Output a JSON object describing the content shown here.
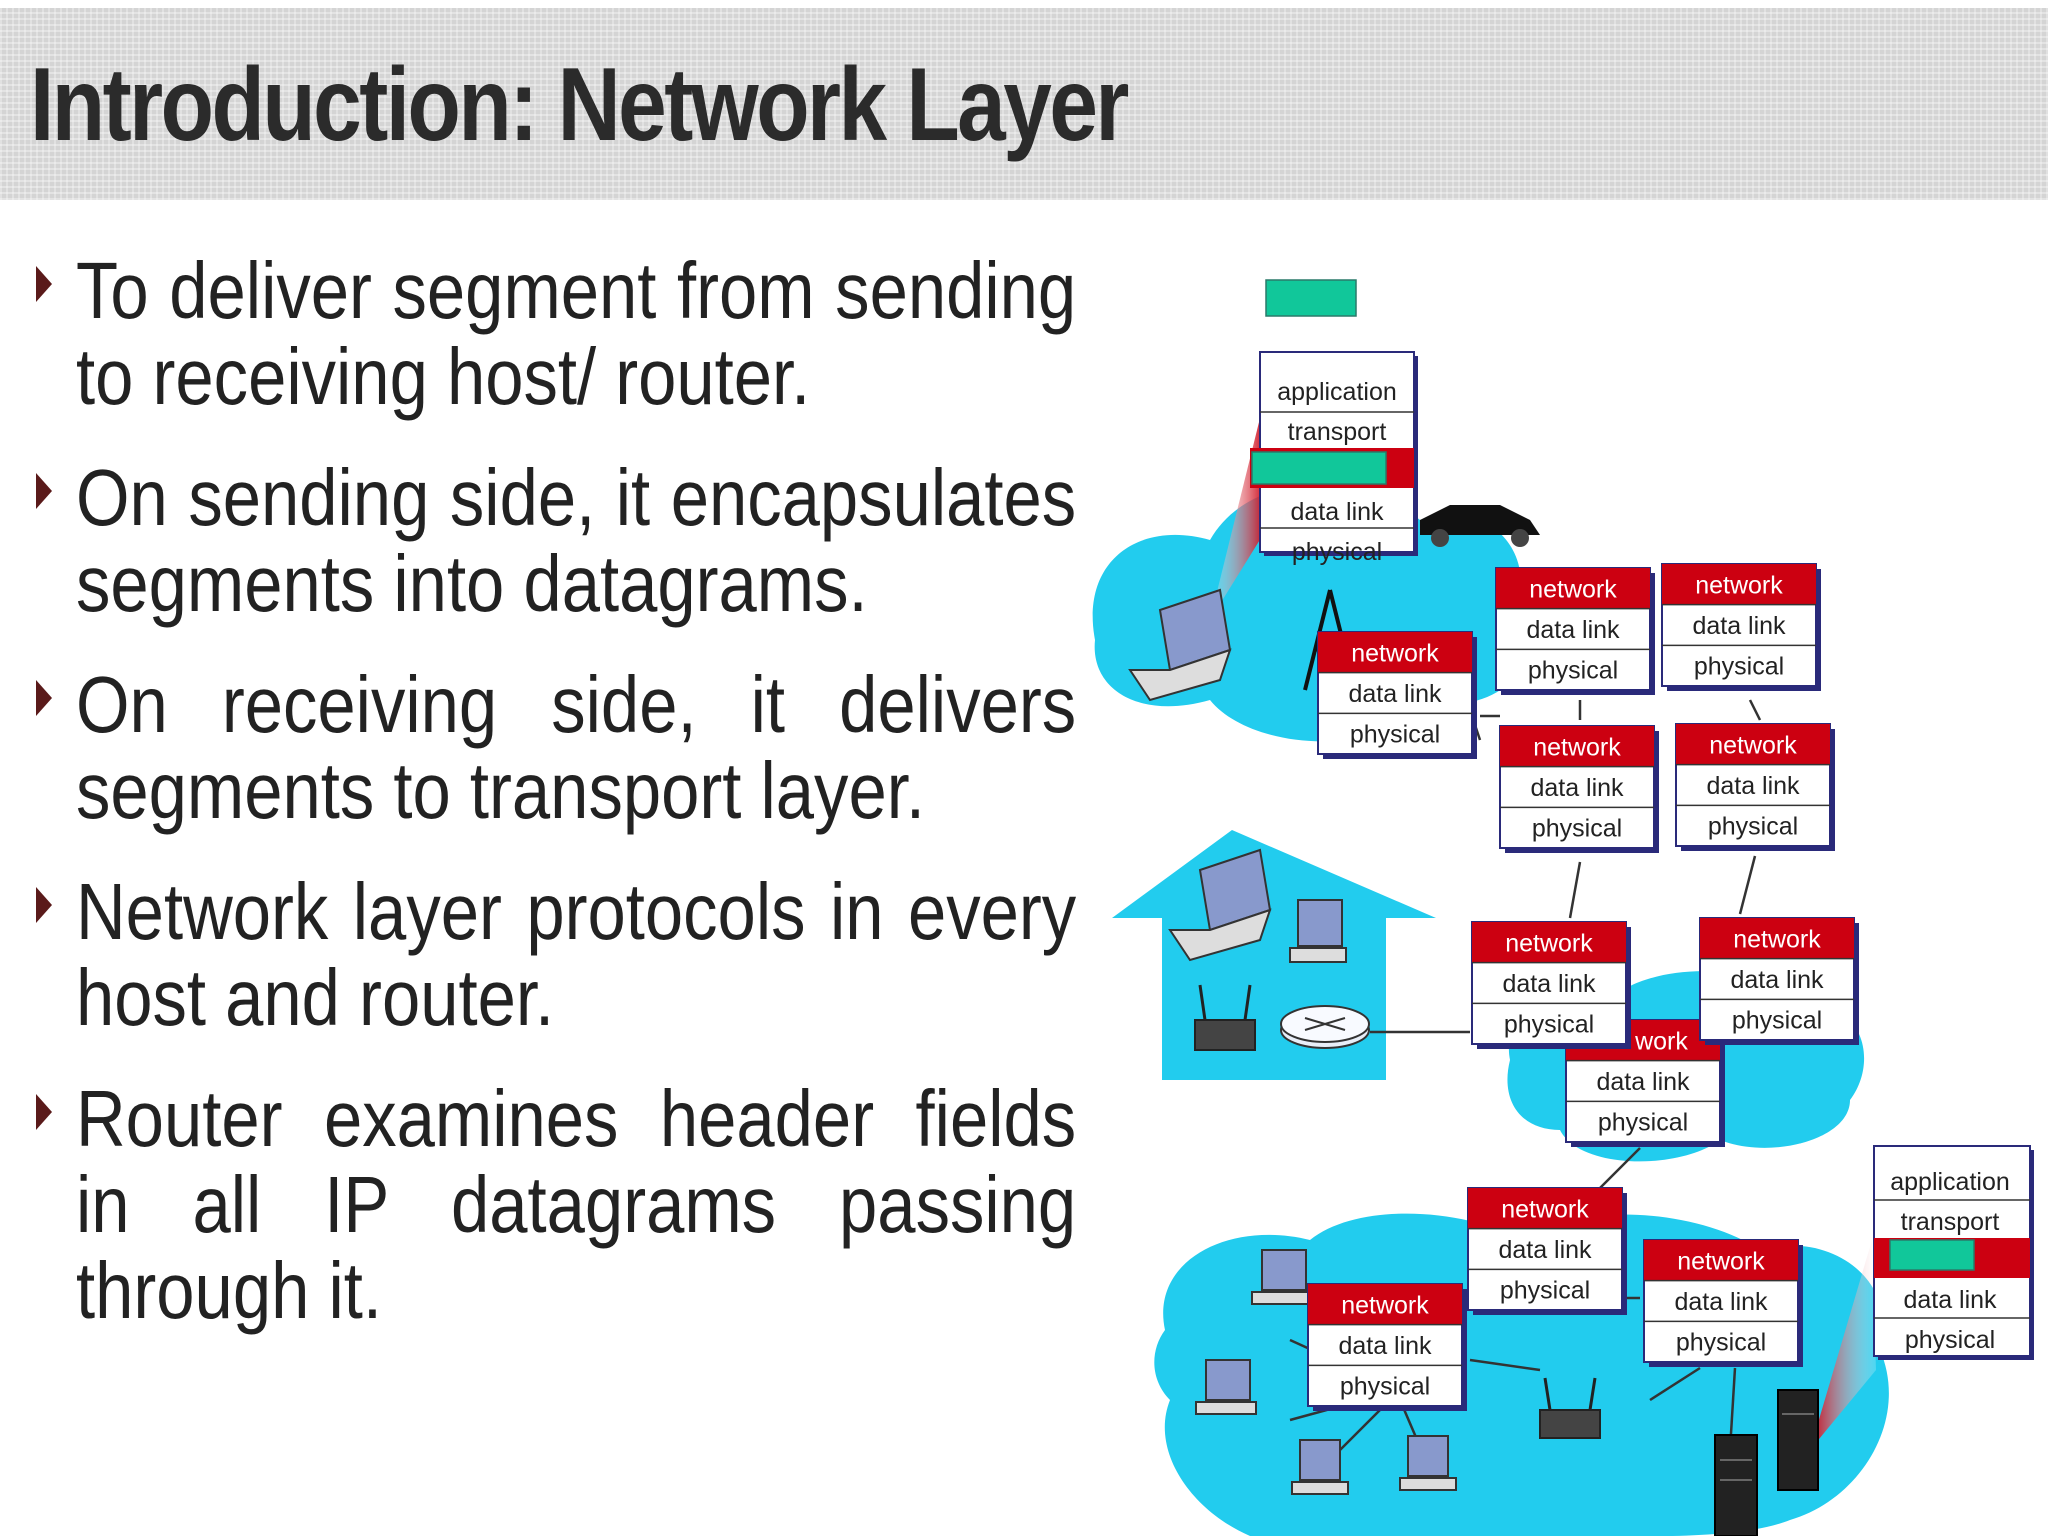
{
  "title": "Introduction: Network Layer",
  "bullets": [
    "To deliver segment from sending to receiving host/ router.",
    "On sending side, it encapsulates segments into datagrams.",
    "On receiving side, it delivers segments to transport layer.",
    "Network layer protocols in every host and router.",
    "Router examines header fields in all IP datagrams passing through it."
  ],
  "stack_labels": {
    "application": "application",
    "transport": "transport",
    "network": "network",
    "data_link": "data link",
    "physical": "physical",
    "network_partial": "work"
  },
  "colors": {
    "network_layer": "#cc0011",
    "segment": "#11c79a",
    "cloud": "#22ccee",
    "stack_border": "#2a2a7a"
  }
}
